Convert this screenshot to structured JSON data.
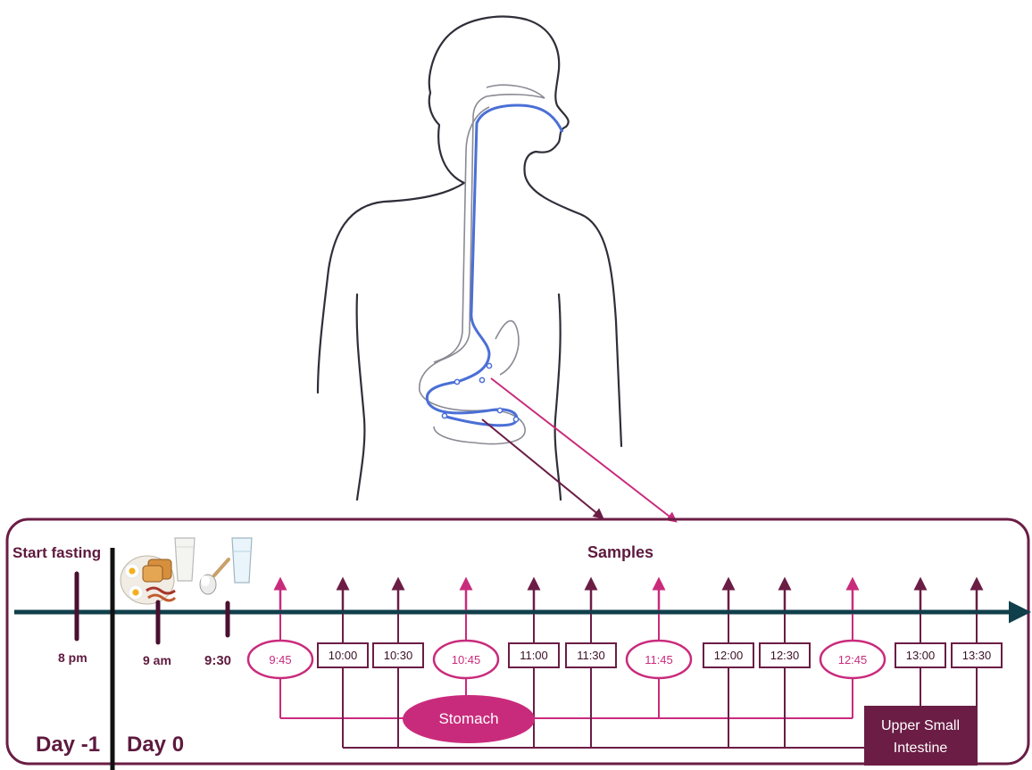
{
  "colors": {
    "dark": "#6b1d45",
    "pink": "#c92b7c",
    "axis": "#0f3f4a",
    "gut": "#4a6fd6",
    "outline": "#2f2f3a"
  },
  "labels": {
    "start_fasting": "Start fasting",
    "samples": "Samples",
    "day_minus1": "Day -1",
    "day0": "Day 0",
    "t_8pm": "8 pm",
    "t_9am": "9 am",
    "t_930": "9:30",
    "stomach": "Stomach",
    "intestine_line1": "Upper Small",
    "intestine_line2": "Intestine"
  },
  "icons": [
    "breakfast-plate-icon",
    "milk-glass-icon",
    "flour-scoop-icon",
    "water-glass-icon"
  ],
  "samples": [
    {
      "time": "9:45",
      "site": "stomach"
    },
    {
      "time": "10:00",
      "site": "intestine"
    },
    {
      "time": "10:30",
      "site": "intestine"
    },
    {
      "time": "10:45",
      "site": "stomach"
    },
    {
      "time": "11:00",
      "site": "intestine"
    },
    {
      "time": "11:30",
      "site": "intestine"
    },
    {
      "time": "11:45",
      "site": "stomach"
    },
    {
      "time": "12:00",
      "site": "intestine"
    },
    {
      "time": "12:30",
      "site": "intestine"
    },
    {
      "time": "12:45",
      "site": "stomach"
    },
    {
      "time": "13:00",
      "site": "intestine"
    },
    {
      "time": "13:30",
      "site": "intestine"
    }
  ]
}
